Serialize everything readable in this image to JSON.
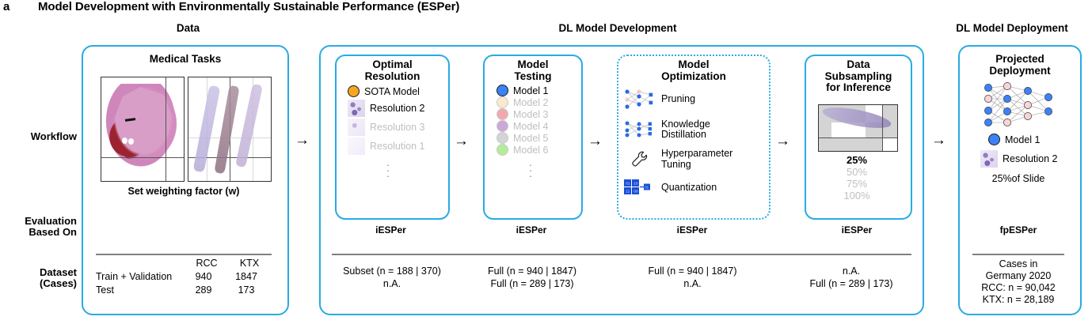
{
  "figure": {
    "panel_letter": "a",
    "title": "Model Development with Environmentally Sustainable Performance (ESPer)",
    "accent_color": "#29ABE2"
  },
  "stage_headers": {
    "data": "Data",
    "development": "DL Model Development",
    "deployment": "DL Model Deployment"
  },
  "row_labels": {
    "workflow": "Workflow",
    "evaluation_line1": "Evaluation",
    "evaluation_line2": "Based On",
    "dataset_line1": "Dataset",
    "dataset_line2": "(Cases)"
  },
  "data_stage": {
    "box_title": "Medical Tasks",
    "caption": "Set weighting factor (w)",
    "table": {
      "columns": [
        "",
        "RCC",
        "KTX"
      ],
      "rows": [
        {
          "label": "Train + Validation",
          "rcc": "940",
          "ktx": "1847"
        },
        {
          "label": "Test",
          "rcc": "289",
          "ktx": "173"
        }
      ]
    }
  },
  "steps": [
    {
      "id": "optimal-resolution",
      "title_line1": "Optimal",
      "title_line2": "Resolution",
      "dotted_border": false,
      "espler": "iESPer",
      "items": [
        {
          "label": "SOTA Model",
          "marker": "dot",
          "color": "#F5A623",
          "faded": false
        },
        {
          "label": "Resolution 2",
          "marker": "thumb",
          "thumb": "histology-thumb-res2",
          "faded": false
        },
        {
          "label": "Resolution 3",
          "marker": "thumb",
          "thumb": "histology-thumb-res3",
          "faded": true
        },
        {
          "label": "Resolution 1",
          "marker": "thumb",
          "thumb": "histology-thumb-res1",
          "faded": true
        }
      ],
      "ellipsis": "⋮",
      "dataset_line1": "Subset (n = 188 | 370)",
      "dataset_line2": "n.A."
    },
    {
      "id": "model-testing",
      "title_line1": "Model",
      "title_line2": "Testing",
      "dotted_border": false,
      "espler": "iESPer",
      "items": [
        {
          "label": "Model 1",
          "marker": "dot",
          "color": "#3B82F6",
          "faded": false
        },
        {
          "label": "Model 2",
          "marker": "dot",
          "color": "#FAE8CF",
          "faded": true
        },
        {
          "label": "Model 3",
          "marker": "dot",
          "color": "#F3A8AE",
          "faded": true
        },
        {
          "label": "Model 4",
          "marker": "dot",
          "color": "#CBA8D8",
          "faded": true
        },
        {
          "label": "Model 5",
          "marker": "dot",
          "color": "#D4D4D4",
          "faded": true
        },
        {
          "label": "Model 6",
          "marker": "dot",
          "color": "#B5EC9A",
          "faded": true
        }
      ],
      "ellipsis": "⋮",
      "dataset_line1": "Full (n = 940 | 1847)",
      "dataset_line2": "Full (n = 289 | 173)"
    },
    {
      "id": "model-optimization",
      "title_line1": "Model",
      "title_line2": "Optimization",
      "dotted_border": true,
      "espler": "iESPer",
      "items": [
        {
          "label": "Pruning",
          "marker": "icon",
          "icon": "pruned-network-icon"
        },
        {
          "label": "Knowledge\nDistillation",
          "label_l1": "Knowledge",
          "label_l2": "Distillation",
          "marker": "icon",
          "icon": "distillation-network-icon"
        },
        {
          "label": "Hyperparameter\nTuning",
          "label_l1": "Hyperparameter",
          "label_l2": "Tuning",
          "marker": "icon",
          "icon": "wrench-icon"
        },
        {
          "label": "Quantization",
          "marker": "icon",
          "icon": "quantization-icon"
        }
      ],
      "dataset_line1": "Full (n = 940 | 1847)",
      "dataset_line2": "n.A."
    },
    {
      "id": "data-subsampling",
      "title_line1": "Data",
      "title_line2": "Subsampling",
      "title_line3": "for Inference",
      "dotted_border": false,
      "espler": "iESPer",
      "percentages": [
        {
          "label": "25%",
          "faded": false
        },
        {
          "label": "50%",
          "faded": true
        },
        {
          "label": "75%",
          "faded": true
        },
        {
          "label": "100%",
          "faded": true
        }
      ],
      "dataset_line1": "n.A.",
      "dataset_line2": "Full (n = 289 | 173)"
    }
  ],
  "deployment": {
    "title_line1": "Projected",
    "title_line2": "Deployment",
    "espler": "fpESPer",
    "items": [
      {
        "label": "Model 1",
        "marker": "dot",
        "color": "#3B82F6"
      },
      {
        "label": "Resolution 2",
        "marker": "thumb",
        "thumb": "histology-thumb-res2"
      }
    ],
    "slide_fraction": "25%of Slide",
    "dataset_lines": [
      "Cases in",
      "Germany 2020",
      "RCC: n = 90,042",
      "KTX: n = 28,189"
    ]
  },
  "arrows": {
    "glyph": "→",
    "count": 6
  }
}
